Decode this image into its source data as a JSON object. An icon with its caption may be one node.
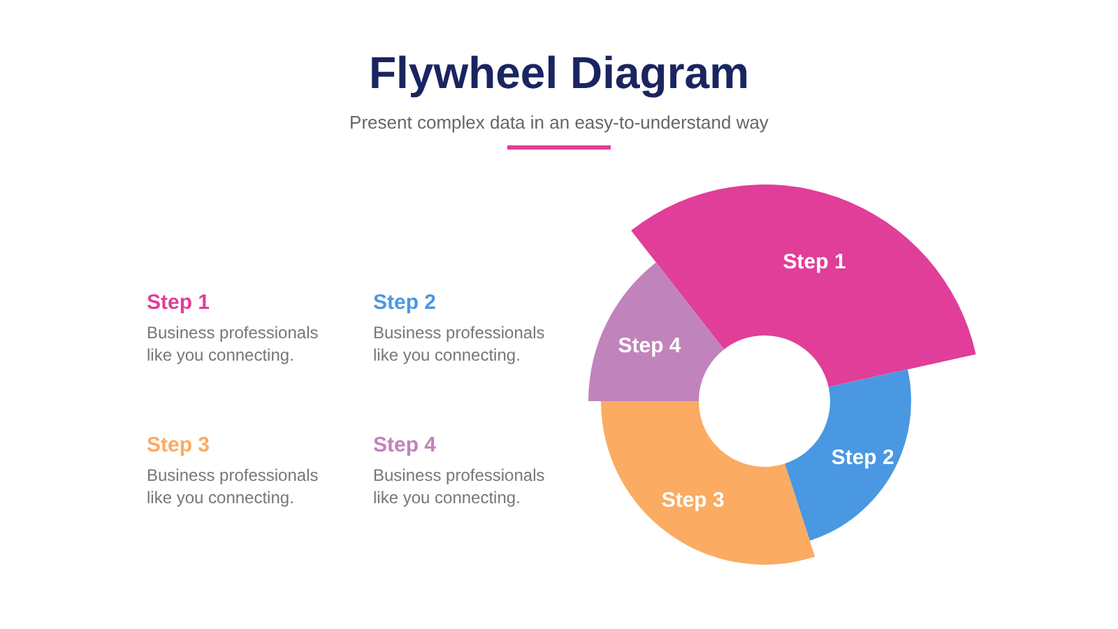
{
  "diagram": {
    "title": "Flywheel Diagram",
    "nodes": [
      {
        "text": [
          "Step 1"
        ]
      },
      {
        "text": [
          "Step 2"
        ]
      },
      {
        "text": [
          "Step 3"
        ]
      },
      {
        "text": [
          "Step 4"
        ]
      }
    ],
    "labels": [
      "Present complex data in an easy-to-understand way",
      "Step 1",
      "Business professionals like you connecting.",
      "Step 2",
      "Business professionals like you connecting.",
      "Step 3",
      "Business professionals like you connecting.",
      "Step 4",
      "Business professionals like you connecting."
    ]
  }
}
